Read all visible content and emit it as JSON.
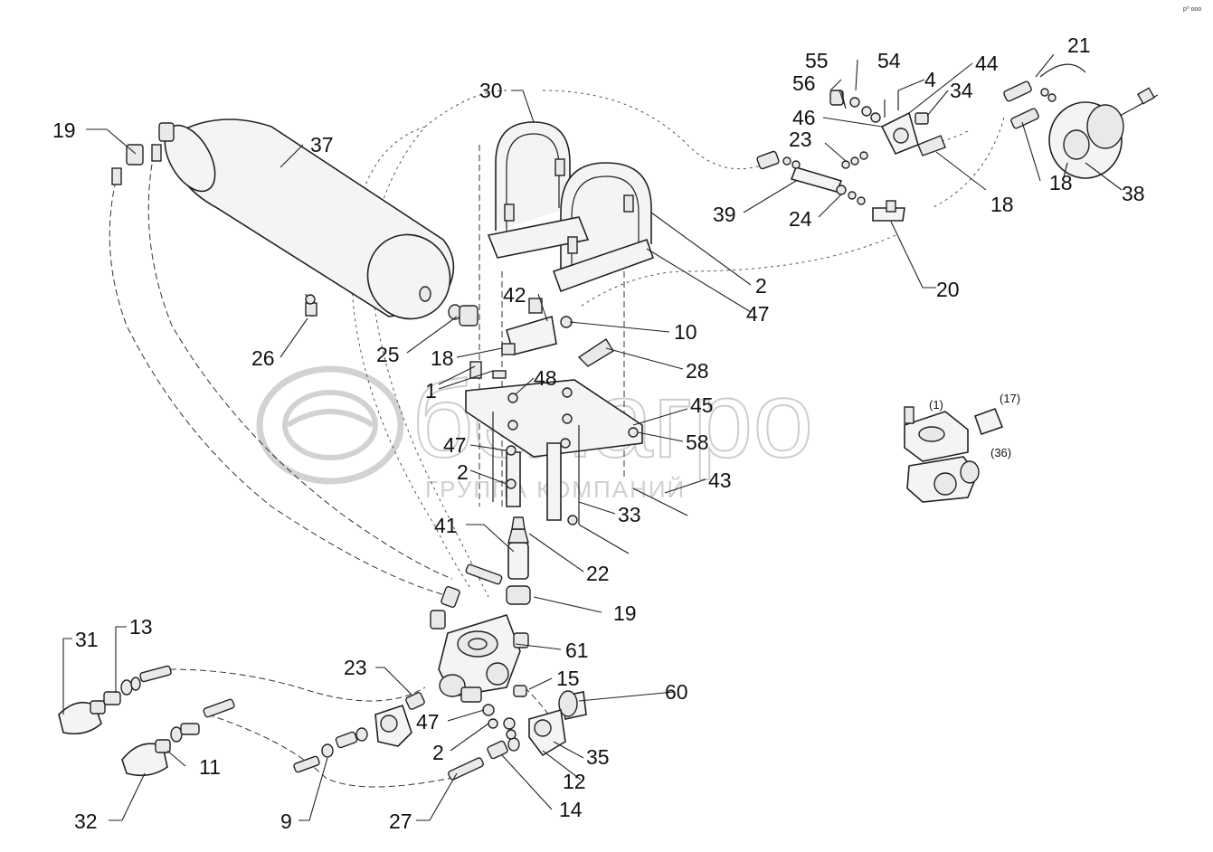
{
  "watermark": {
    "brand": "белагро",
    "subtitle": "ГРУППА КОМПАНИЙ"
  },
  "corner_mark": "p⁰ ooo",
  "labels": [
    {
      "id": "l19a",
      "text": "19"
    },
    {
      "id": "l37",
      "text": "37"
    },
    {
      "id": "l30",
      "text": "30"
    },
    {
      "id": "l55",
      "text": "55"
    },
    {
      "id": "l54",
      "text": "54"
    },
    {
      "id": "l4",
      "text": "4"
    },
    {
      "id": "l44",
      "text": "44"
    },
    {
      "id": "l21",
      "text": "21"
    },
    {
      "id": "l56",
      "text": "56"
    },
    {
      "id": "l34",
      "text": "34"
    },
    {
      "id": "l46",
      "text": "46"
    },
    {
      "id": "l23a",
      "text": "23"
    },
    {
      "id": "l18a",
      "text": "18"
    },
    {
      "id": "l18b",
      "text": "18"
    },
    {
      "id": "l38",
      "text": "38"
    },
    {
      "id": "l39",
      "text": "39"
    },
    {
      "id": "l24",
      "text": "24"
    },
    {
      "id": "l2a",
      "text": "2"
    },
    {
      "id": "l47a",
      "text": "47"
    },
    {
      "id": "l20",
      "text": "20"
    },
    {
      "id": "l42",
      "text": "42"
    },
    {
      "id": "l10",
      "text": "10"
    },
    {
      "id": "l26",
      "text": "26"
    },
    {
      "id": "l25",
      "text": "25"
    },
    {
      "id": "l18c",
      "text": "18"
    },
    {
      "id": "l28",
      "text": "28"
    },
    {
      "id": "l48",
      "text": "48"
    },
    {
      "id": "l1",
      "text": "1"
    },
    {
      "id": "l45",
      "text": "45"
    },
    {
      "id": "l58",
      "text": "58"
    },
    {
      "id": "l47b",
      "text": "47"
    },
    {
      "id": "l2b",
      "text": "2"
    },
    {
      "id": "l43",
      "text": "43"
    },
    {
      "id": "l33",
      "text": "33"
    },
    {
      "id": "l41",
      "text": "41"
    },
    {
      "id": "l22",
      "text": "22"
    },
    {
      "id": "l19b",
      "text": "19"
    },
    {
      "id": "l61",
      "text": "61"
    },
    {
      "id": "l31",
      "text": "31"
    },
    {
      "id": "l13",
      "text": "13"
    },
    {
      "id": "l23b",
      "text": "23"
    },
    {
      "id": "l15",
      "text": "15"
    },
    {
      "id": "l60",
      "text": "60"
    },
    {
      "id": "l47c",
      "text": "47"
    },
    {
      "id": "l2c",
      "text": "2"
    },
    {
      "id": "l35",
      "text": "35"
    },
    {
      "id": "l11",
      "text": "11"
    },
    {
      "id": "l12",
      "text": "12"
    },
    {
      "id": "l32",
      "text": "32"
    },
    {
      "id": "l9",
      "text": "9"
    },
    {
      "id": "l27",
      "text": "27"
    },
    {
      "id": "l14",
      "text": "14"
    },
    {
      "id": "ref1",
      "text": "(1)"
    },
    {
      "id": "ref17",
      "text": "(17)"
    },
    {
      "id": "ref36",
      "text": "(36)"
    }
  ]
}
